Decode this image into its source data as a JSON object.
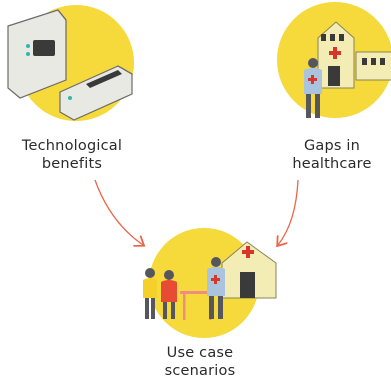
{
  "nodes": {
    "tech": {
      "line1": "Technological",
      "line2": "benefits"
    },
    "gaps": {
      "line1": "Gaps in",
      "line2": "healthcare"
    },
    "usecase": {
      "line1": "Use case",
      "line2": "scenarios"
    }
  },
  "colors": {
    "yellow": "#f6d93a",
    "arrow": "#e8674a",
    "device": "#e9e9e3",
    "teal": "#2fb8b2",
    "building": "#f3ecb4",
    "cross": "#d8362b",
    "figure_dark": "#56565e",
    "figure_blue": "#a9c4dc",
    "figure_orange": "#e84b34",
    "table": "#f08c82"
  },
  "icons": [
    "medical-device-icon",
    "hospital-icon",
    "doctor-figure-icon",
    "people-group-icon"
  ]
}
